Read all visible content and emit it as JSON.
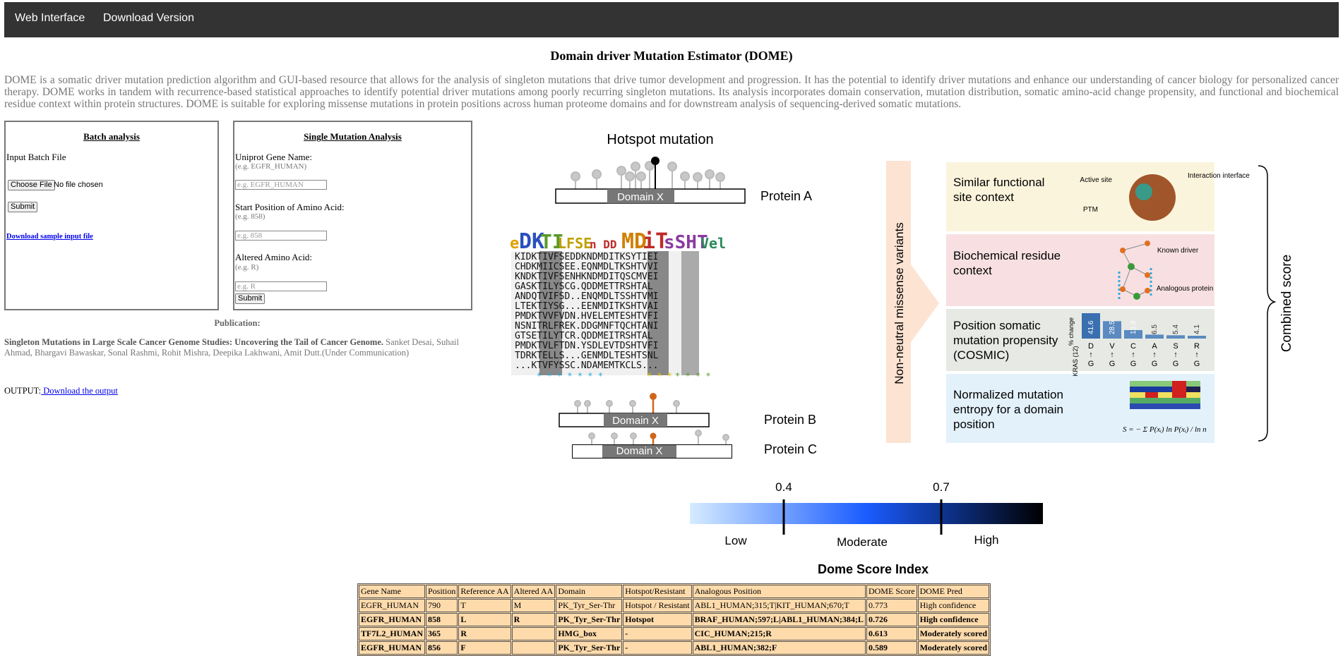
{
  "nav": {
    "items": [
      "Web Interface",
      "Download Version"
    ]
  },
  "page_title": "Domain driver Mutation Estimator (DOME)",
  "intro": "DOME is a somatic driver mutation prediction algorithm and GUI-based resource that allows for the analysis of singleton mutations that drive tumor development and progression. It has the potential to identify driver mutations and enhance our understanding of cancer biology for personalized cancer therapy. DOME works in tandem with recurrence-based statistical approaches to identify potential driver mutations among poorly recurring singleton mutations. Its analysis incorporates domain conservation, mutation distribution, somatic amino-acid change propensity, and functional and biochemical residue context within protein structures. DOME is suitable for exploring missense mutations in protein positions across human proteome domains and for downstream analysis of sequencing-derived somatic mutations.",
  "batch": {
    "title": "Batch analysis",
    "input_label": "Input Batch File",
    "choose_file": "Choose File",
    "no_file": "No file chosen",
    "submit": "Submit",
    "sample_link": "Download sample input file"
  },
  "single": {
    "title": "Single Mutation Analysis",
    "gene_label": "Uniprot Gene Name:",
    "gene_hint": "(e.g. EGFR_HUMAN)",
    "gene_placeholder": "e.g. EGFR_HUMAN",
    "pos_label": "Start Position of Amino Acid:",
    "pos_hint": "(e.g. 858)",
    "pos_placeholder": "e.g. 858",
    "aa_label": "Altered Amino Acid:",
    "aa_hint": "(e.g. R)",
    "aa_placeholder": "e.g. R",
    "submit": "Submit"
  },
  "publication": {
    "heading": "Publication:",
    "title": "Singleton Mutations in Large Scale Cancer Genome Studies: Uncovering the Tail of Cancer Genome.",
    "authors": "Sanket Desai, Suhail Ahmad, Bhargavi Bawaskar, Sonal Rashmi, Rohit Mishra, Deepika Lakhwani, Amit Dutt.(Under Communication)"
  },
  "output": {
    "label": "OUTPUT:",
    "link": " Download the output"
  },
  "figure": {
    "hotspot_title": "Hotspot mutation",
    "domain_label": "Domain X",
    "protein_a": "Protein A",
    "protein_b": "Protein B",
    "protein_c": "Protein C",
    "alignment_rows": [
      "KIDKTIVFSEDDKNDMDITKSYTIEI",
      "CHDKMIICSEE.EQNMDLTKSHTVVI",
      "KNDKTIVFSENHKNDMDITQSCMVEI",
      "GASKTILYSCG.QDDMETTRSHTAL",
      "ANDQTVIFSD..ENQMDLTSSHTVMI",
      "LTEKTIYSG...EENMDITKSHTVAI",
      "PMDKTVVFVDN.HVELEMTESHTVFI",
      "NSNITRLFREK.DDGMNFTQCHTANI",
      "GTSETILYTCR.QDDMEITRSHTAL",
      "PMDKTVLFTDN.YSDLEVTDSHTVFI",
      "TDRKTELLS...GENMDLTESHTSNL",
      "...KTVFYSSC.NDAMEMTKCLS..."
    ],
    "side_label": "Non-neutral missense variants",
    "combined_label": "Combined score",
    "panels": [
      "Similar functional site context",
      "Biochemical residue context",
      "Position somatic mutation propensity (COSMIC)",
      "Normalized mutation entropy for a domain position"
    ],
    "struct_labels": [
      "Active site",
      "Interaction interface",
      "PTM"
    ],
    "bio_labels": [
      "Known driver",
      "Analogous protein"
    ],
    "cosmic_ylabel": "% change",
    "cosmic_gene": "KRAS (12)",
    "cosmic_values": [
      "41.6",
      "28.5",
      "13.9",
      "6.5",
      "5.4",
      "4.1"
    ],
    "cosmic_from": [
      "D",
      "V",
      "C",
      "A",
      "S",
      "R"
    ],
    "cosmic_to": "G",
    "formula": "S = − Σ P(xᵢ) ln P(xᵢ) / ln n"
  },
  "scale": {
    "ticks": [
      "0.4",
      "0.7"
    ],
    "labels": [
      "Low",
      "Moderate",
      "High"
    ],
    "title": "Dome Score Index",
    "colors": {
      "low": "#d6ecff",
      "mid": "#1a5cff",
      "high": "#000000"
    }
  },
  "table": {
    "headers": [
      "Gene Name",
      "Position",
      "Reference AA",
      "Altered AA",
      "Domain",
      "Hotspot/Resistant",
      "Analogous Position",
      "DOME Score",
      "DOME Pred"
    ],
    "rows": [
      [
        "EGFR_HUMAN",
        "790",
        "T",
        "M",
        "PK_Tyr_Ser-Thr",
        "Hotspot / Resistant",
        "ABL1_HUMAN;315;T|KIT_HUMAN;670;T",
        "0.773",
        "High confidence"
      ],
      [
        "EGFR_HUMAN",
        "858",
        "L",
        "R",
        "PK_Tyr_Ser-Thr",
        "Hotspot",
        "BRAF_HUMAN;597;L|ABL1_HUMAN;384;L",
        "0.726",
        "High confidence"
      ],
      [
        "TF7L2_HUMAN",
        "365",
        "R",
        "",
        "HMG_box",
        "-",
        "CIC_HUMAN;215;R",
        "0.613",
        "Moderately scored"
      ],
      [
        "EGFR_HUMAN",
        "856",
        "F",
        "",
        "PK_Tyr_Ser-Thr",
        "-",
        "ABL1_HUMAN;382;F",
        "0.589",
        "Moderately scored"
      ]
    ]
  }
}
